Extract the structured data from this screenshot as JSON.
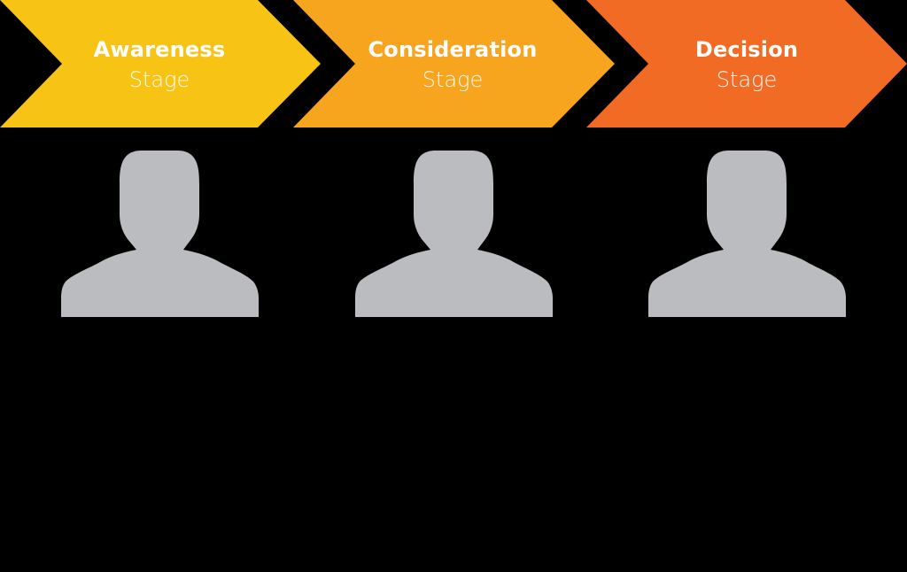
{
  "diagram": {
    "type": "buyer-journey",
    "background": "#000000",
    "stages": [
      {
        "title": "Awareness",
        "subtitle": "Stage",
        "color": "#F7C314",
        "persona_icon": "person-silhouette-icon"
      },
      {
        "title": "Consideration",
        "subtitle": "Stage",
        "color": "#F7A41E",
        "persona_icon": "person-silhouette-icon"
      },
      {
        "title": "Decision",
        "subtitle": "Stage",
        "color": "#F26B25",
        "persona_icon": "person-silhouette-icon"
      }
    ],
    "persona_color": "#BBBCBF"
  }
}
